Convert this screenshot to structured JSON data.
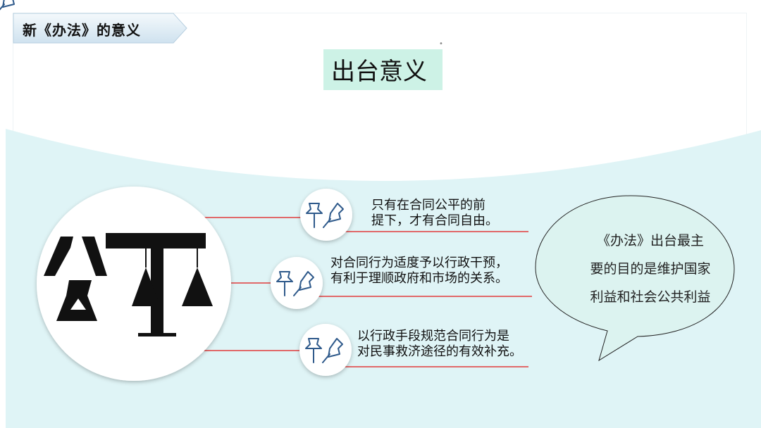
{
  "section_tag": {
    "label": "新《办法》的意义"
  },
  "title": "出台意义",
  "emblem": {
    "glyph_left": "公",
    "glyph_right": "平"
  },
  "items": [
    {
      "lines": [
        "只有在合同公平的前",
        "提下，才有合同自由。"
      ]
    },
    {
      "lines": [
        "对合同行为适度予以行政干预，",
        "有利于理顺政府和市场的关系。"
      ]
    },
    {
      "lines": [
        "以行政手段规范合同行为是",
        "对民事救济途径的有效补充。"
      ]
    }
  ],
  "bubble": {
    "lines": [
      "《办法》出台最主",
      "要的目的是维护国家",
      "利益和社会公共利益"
    ]
  },
  "colors": {
    "band": "#dff4f6",
    "line": "#e23b3b",
    "pin": "#2f5a8b",
    "title_bg": "#cdf2e6"
  },
  "icons": [
    "pushpin-icon",
    "scale-icon"
  ]
}
